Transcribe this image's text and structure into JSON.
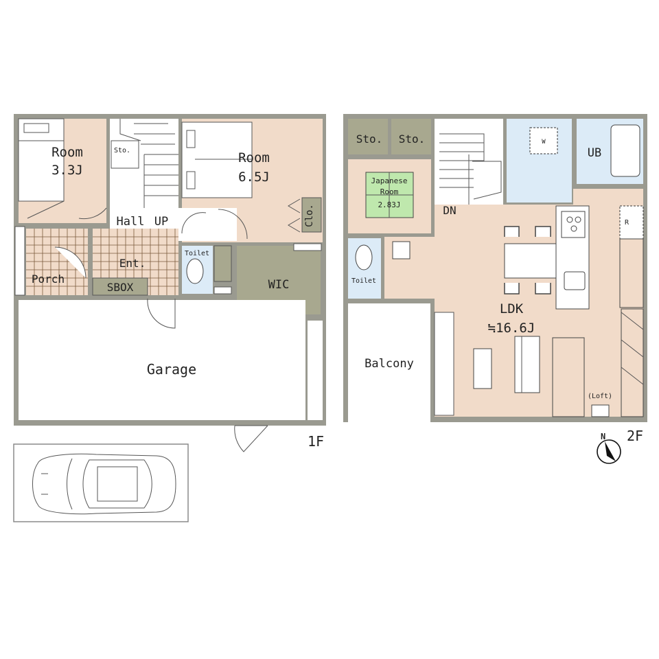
{
  "colors": {
    "wall": "#9a9a90",
    "room": "#f1dbc9",
    "wet": "#dcebf7",
    "storage": "#a8a88f",
    "tatami": "#bfe8ad",
    "tile": "#7a5a3c",
    "white": "#ffffff",
    "line": "#3a3a3a"
  },
  "first_floor": {
    "label": "1F",
    "rooms": {
      "room_small": {
        "name": "Room",
        "size": "3.3J"
      },
      "room_large": {
        "name": "Room",
        "size": "6.5J"
      },
      "storage_small": "Sto.",
      "hall": "Hall",
      "stairs_up": "UP",
      "closet": "Clo.",
      "toilet": "Toilet",
      "entrance": "Ent.",
      "porch": "Porch",
      "shoe_box": "SBOX",
      "walk_in_closet": "WIC",
      "garage": "Garage"
    }
  },
  "second_floor": {
    "label": "2F",
    "rooms": {
      "storage_1": "Sto.",
      "storage_2": "Sto.",
      "japanese_room": {
        "line1": "Japanese",
        "line2": "Room",
        "size": "2.83J"
      },
      "stairs_down": "DN",
      "washer": "W",
      "bath": "UB",
      "refrigerator": "R",
      "toilet": "Toilet",
      "ldk": {
        "name": "LDK",
        "size": "≒16.6J"
      },
      "balcony": "Balcony",
      "loft": "(Loft)"
    }
  },
  "compass": {
    "letter": "N",
    "icon": "compass-north-icon"
  },
  "parking": {
    "icon": "car-icon"
  }
}
